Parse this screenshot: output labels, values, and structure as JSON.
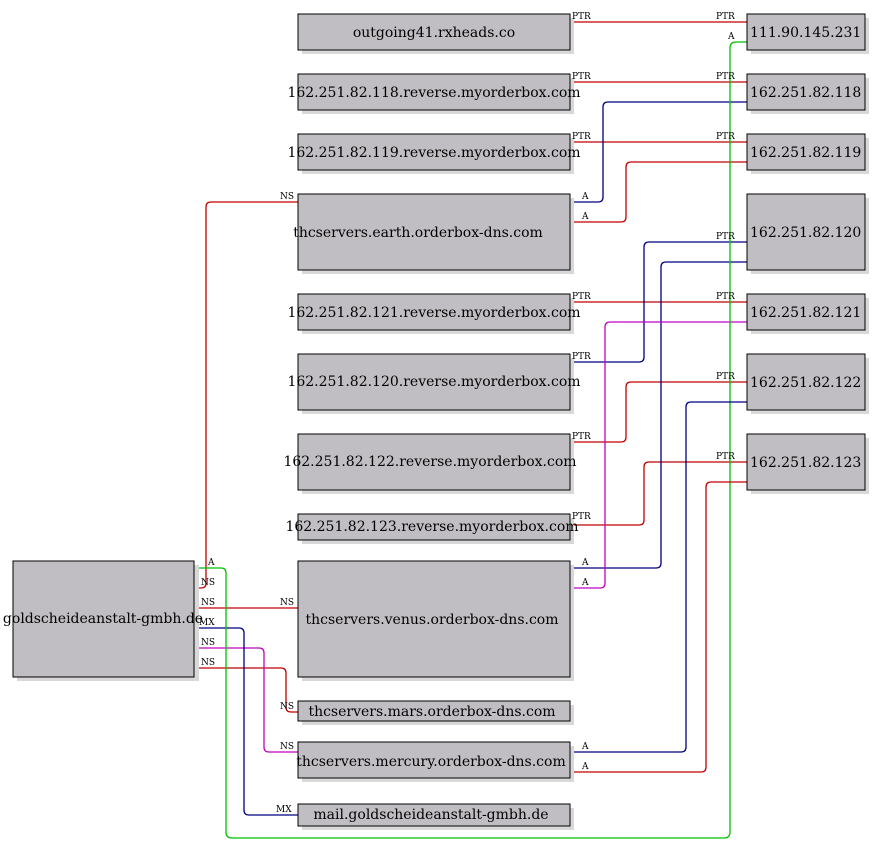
{
  "colors": {
    "red": "#c00000",
    "navy": "#000080",
    "magenta": "#c000c0",
    "green": "#00c000"
  },
  "nodes": {
    "n_out41": "outgoing41.rxheads.co",
    "n_ip111": "111.90.145.231",
    "n_rev118": "162.251.82.118.reverse.myorderbox.com",
    "n_ip118": "162.251.82.118",
    "n_rev119": "162.251.82.119.reverse.myorderbox.com",
    "n_ip119": "162.251.82.119",
    "n_earth": "thcservers.earth.orderbox-dns.com",
    "n_ip120": "162.251.82.120",
    "n_rev121": "162.251.82.121.reverse.myorderbox.com",
    "n_ip121": "162.251.82.121",
    "n_rev120": "162.251.82.120.reverse.myorderbox.com",
    "n_ip122": "162.251.82.122",
    "n_rev122": "162.251.82.122.reverse.myorderbox.com",
    "n_ip123": "162.251.82.123",
    "n_rev123": "162.251.82.123.reverse.myorderbox.com",
    "n_gold": "goldscheideanstalt-gmbh.de",
    "n_venus": "thcservers.venus.orderbox-dns.com",
    "n_mars": "thcservers.mars.orderbox-dns.com",
    "n_mercury": "thcservers.mercury.orderbox-dns.com",
    "n_mail": "mail.goldscheideanstalt-gmbh.de"
  },
  "edges": [
    {
      "from": "outgoing41.rxheads.co",
      "to": "111.90.145.231",
      "type": "PTR",
      "color": "red"
    },
    {
      "from": "162.251.82.118.reverse.myorderbox.com",
      "to": "162.251.82.118",
      "type": "PTR",
      "color": "red"
    },
    {
      "from": "162.251.82.119.reverse.myorderbox.com",
      "to": "162.251.82.119",
      "type": "PTR",
      "color": "red"
    },
    {
      "from": "thcservers.earth.orderbox-dns.com",
      "to": "162.251.82.118",
      "type": "A",
      "color": "navy"
    },
    {
      "from": "thcservers.earth.orderbox-dns.com",
      "to": "162.251.82.119",
      "type": "A",
      "color": "red"
    },
    {
      "from": "goldscheideanstalt-gmbh.de",
      "to": "thcservers.earth.orderbox-dns.com",
      "type": "NS",
      "color": "red"
    },
    {
      "from": "162.251.82.121.reverse.myorderbox.com",
      "to": "162.251.82.121",
      "type": "PTR",
      "color": "red"
    },
    {
      "from": "162.251.82.120.reverse.myorderbox.com",
      "to": "162.251.82.120",
      "type": "PTR",
      "color": "navy"
    },
    {
      "from": "162.251.82.122.reverse.myorderbox.com",
      "to": "162.251.82.122",
      "type": "PTR",
      "color": "red"
    },
    {
      "from": "162.251.82.123.reverse.myorderbox.com",
      "to": "162.251.82.123",
      "type": "PTR",
      "color": "red"
    },
    {
      "from": "thcservers.venus.orderbox-dns.com",
      "to": "162.251.82.120",
      "type": "A",
      "color": "navy"
    },
    {
      "from": "thcservers.venus.orderbox-dns.com",
      "to": "162.251.82.121",
      "type": "A",
      "color": "magenta"
    },
    {
      "from": "goldscheideanstalt-gmbh.de",
      "to": "thcservers.venus.orderbox-dns.com",
      "type": "NS",
      "color": "red"
    },
    {
      "from": "goldscheideanstalt-gmbh.de",
      "to": "thcservers.mars.orderbox-dns.com",
      "type": "NS",
      "color": "red"
    },
    {
      "from": "goldscheideanstalt-gmbh.de",
      "to": "thcservers.mercury.orderbox-dns.com",
      "type": "NS",
      "color": "magenta"
    },
    {
      "from": "goldscheideanstalt-gmbh.de",
      "to": "mail.goldscheideanstalt-gmbh.de",
      "type": "MX",
      "color": "navy"
    },
    {
      "from": "goldscheideanstalt-gmbh.de",
      "to": "111.90.145.231",
      "type": "A",
      "color": "green"
    },
    {
      "from": "thcservers.mercury.orderbox-dns.com",
      "to": "162.251.82.122",
      "type": "A",
      "color": "navy"
    },
    {
      "from": "thcservers.mercury.orderbox-dns.com",
      "to": "162.251.82.123",
      "type": "A",
      "color": "red"
    }
  ]
}
